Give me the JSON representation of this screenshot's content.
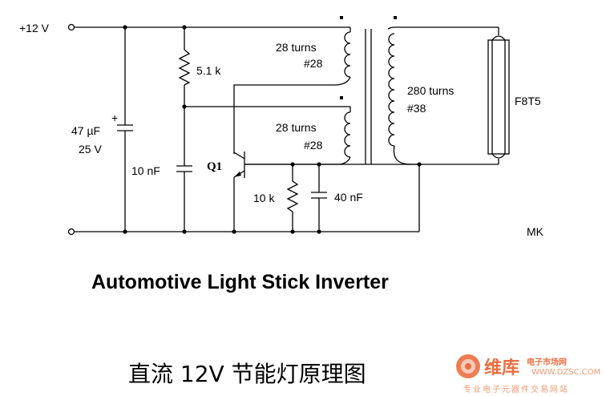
{
  "labels": {
    "supply": "+12 V",
    "r1": "5.1 k",
    "c_bulk_value": "47 µF",
    "c_bulk_voltage": "25 V",
    "c_timing": "10 nF",
    "transistor": "Q1",
    "r2": "10 k",
    "c_base": "40 nF",
    "winding_primary_turns": "28 turns",
    "winding_primary_wire": "#28",
    "winding_feedback_turns": "28 turns",
    "winding_feedback_wire": "#28",
    "winding_secondary_turns": "280 turns",
    "winding_secondary_wire": "#38",
    "lamp": "F8T5",
    "author": "MK",
    "plus": "+"
  },
  "title": "Automotive Light Stick Inverter",
  "caption_cn": "直流 12V 节能灯原理图",
  "watermark": {
    "brand": "维库",
    "brand_sub": "电子市场网",
    "url": "WWW.DZSC.COM",
    "slogan": "专业电子元器件交易网站",
    "colors": {
      "primary": "#e8551f",
      "secondary": "#f08a5d"
    }
  }
}
